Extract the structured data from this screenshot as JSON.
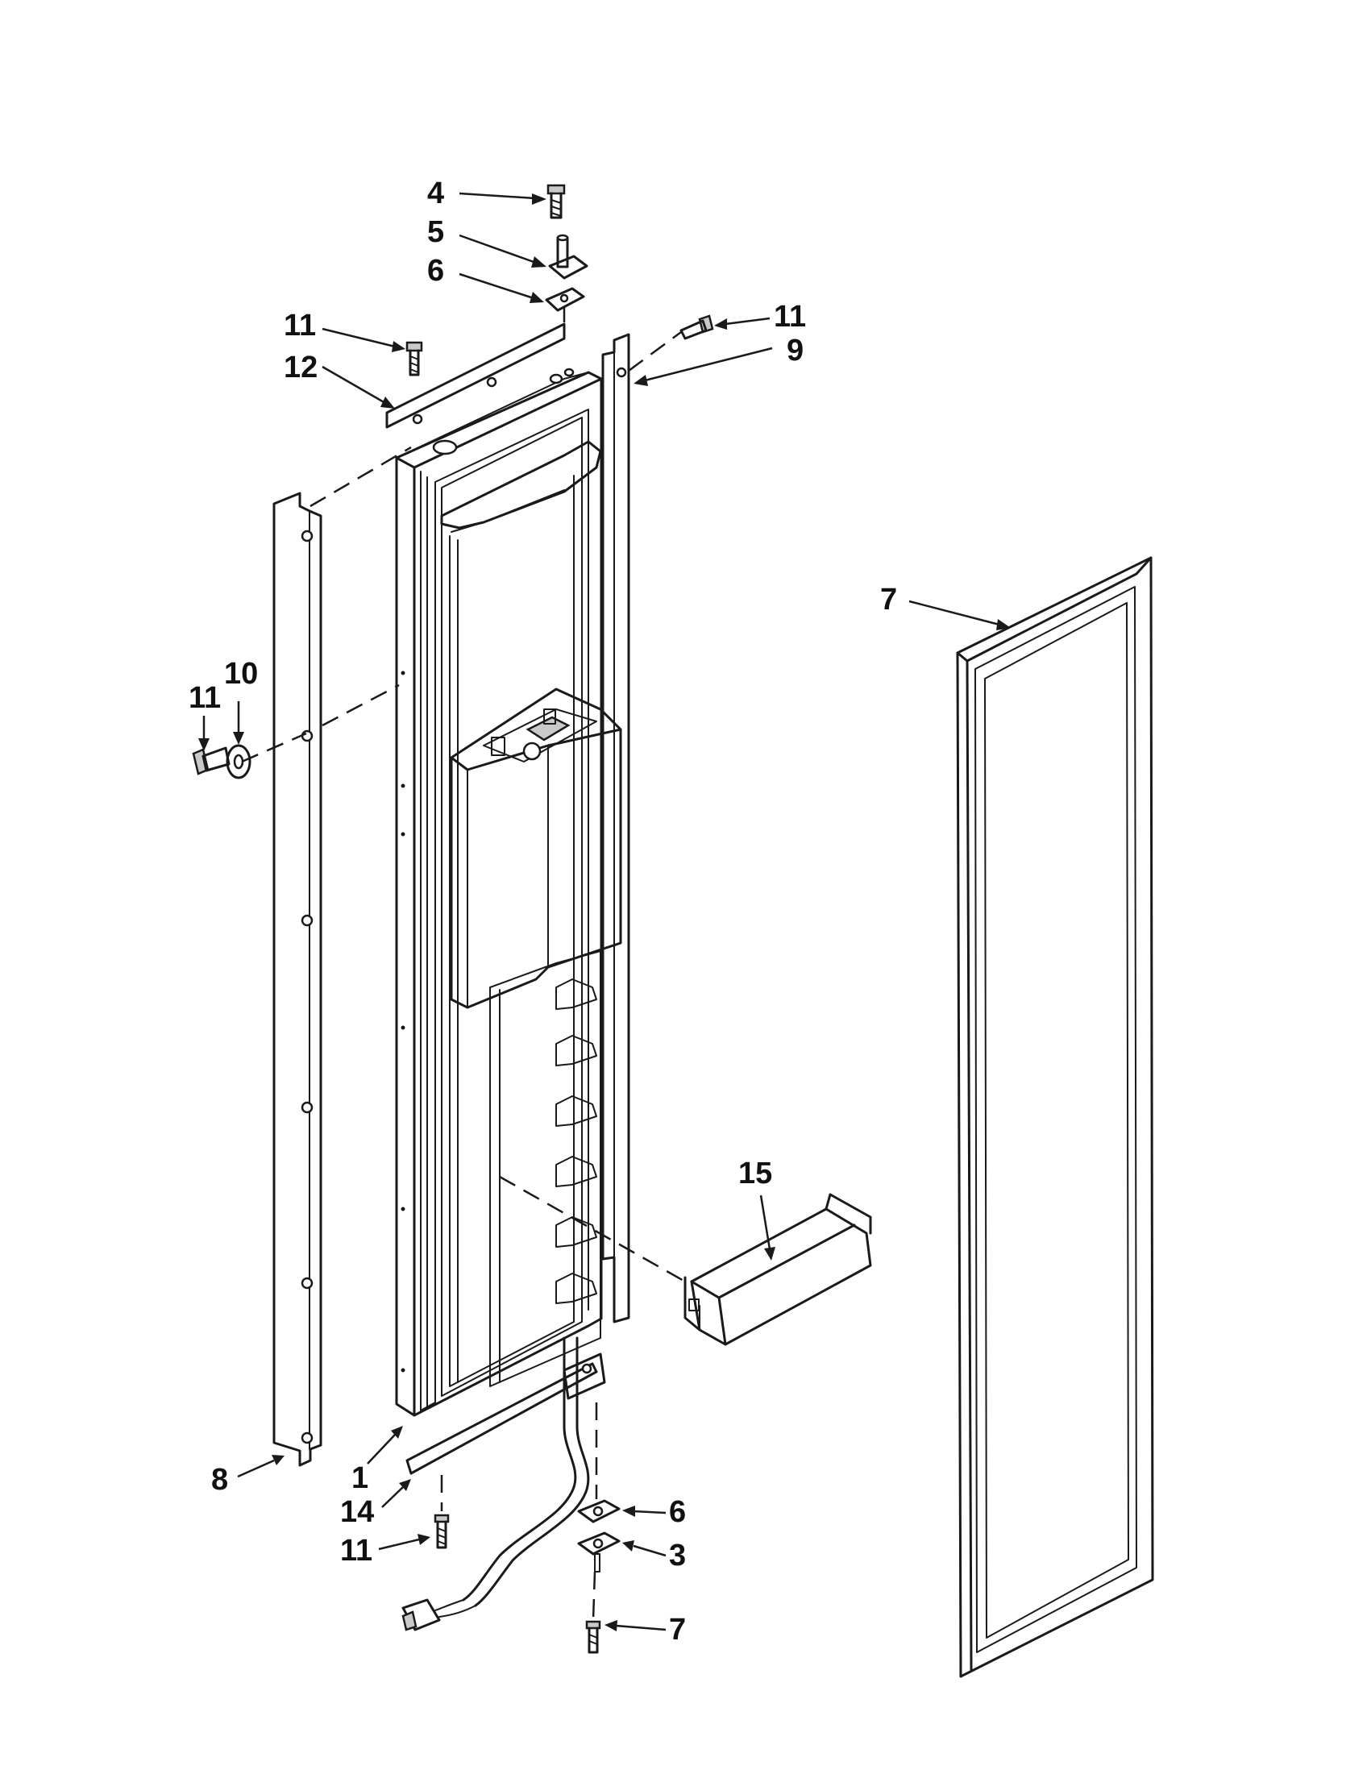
{
  "callouts": [
    {
      "id": "c4",
      "text": "4"
    },
    {
      "id": "c5",
      "text": "5"
    },
    {
      "id": "c6a",
      "text": "6"
    },
    {
      "id": "c11a",
      "text": "11"
    },
    {
      "id": "c12",
      "text": "12"
    },
    {
      "id": "c11b",
      "text": "11"
    },
    {
      "id": "c9",
      "text": "9"
    },
    {
      "id": "c7a",
      "text": "7"
    },
    {
      "id": "c10",
      "text": "10"
    },
    {
      "id": "c11c",
      "text": "11"
    },
    {
      "id": "c15",
      "text": "15"
    },
    {
      "id": "c8",
      "text": "8"
    },
    {
      "id": "c1",
      "text": "1"
    },
    {
      "id": "c14",
      "text": "14"
    },
    {
      "id": "c11d",
      "text": "11"
    },
    {
      "id": "c6b",
      "text": "6"
    },
    {
      "id": "c3",
      "text": "3"
    },
    {
      "id": "c7b",
      "text": "7"
    }
  ]
}
